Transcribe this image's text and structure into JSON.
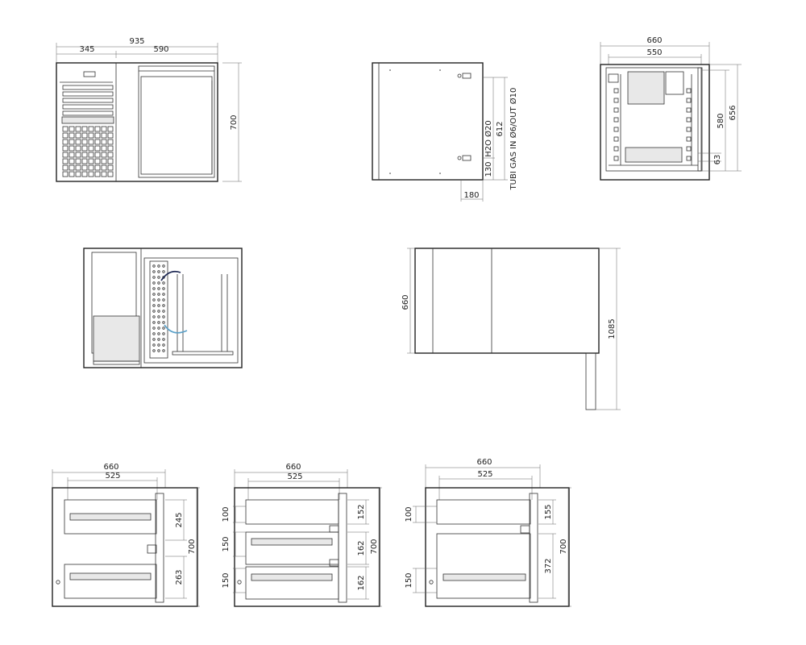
{
  "front_view": {
    "width_total": "935",
    "width_left": "345",
    "width_right": "590",
    "height": "700"
  },
  "side_view": {
    "gas_label": "TUBI GAS IN Ø6/OUT Ø10",
    "h2o_label": "H2O Ø20",
    "height_612": "612",
    "height_130": "130",
    "width_180": "180"
  },
  "right_view": {
    "width_660": "660",
    "width_550": "550",
    "height_580": "580",
    "height_656": "656",
    "offset_63": "63"
  },
  "plan_view": {
    "depth": "660",
    "length": "1085"
  },
  "drawer_views": [
    {
      "width_660": "660",
      "width_525": "525",
      "h_upper": "245",
      "h_lower": "263",
      "h_total": "700"
    },
    {
      "width_660": "660",
      "width_525": "525",
      "left_100": "100",
      "left_150a": "150",
      "left_150b": "150",
      "r_152": "152",
      "r_162a": "162",
      "r_162b": "162",
      "h_total": "700"
    },
    {
      "width_660": "660",
      "width_525": "525",
      "left_100": "100",
      "left_150": "150",
      "r_155": "155",
      "r_372": "372",
      "h_total": "700"
    }
  ]
}
